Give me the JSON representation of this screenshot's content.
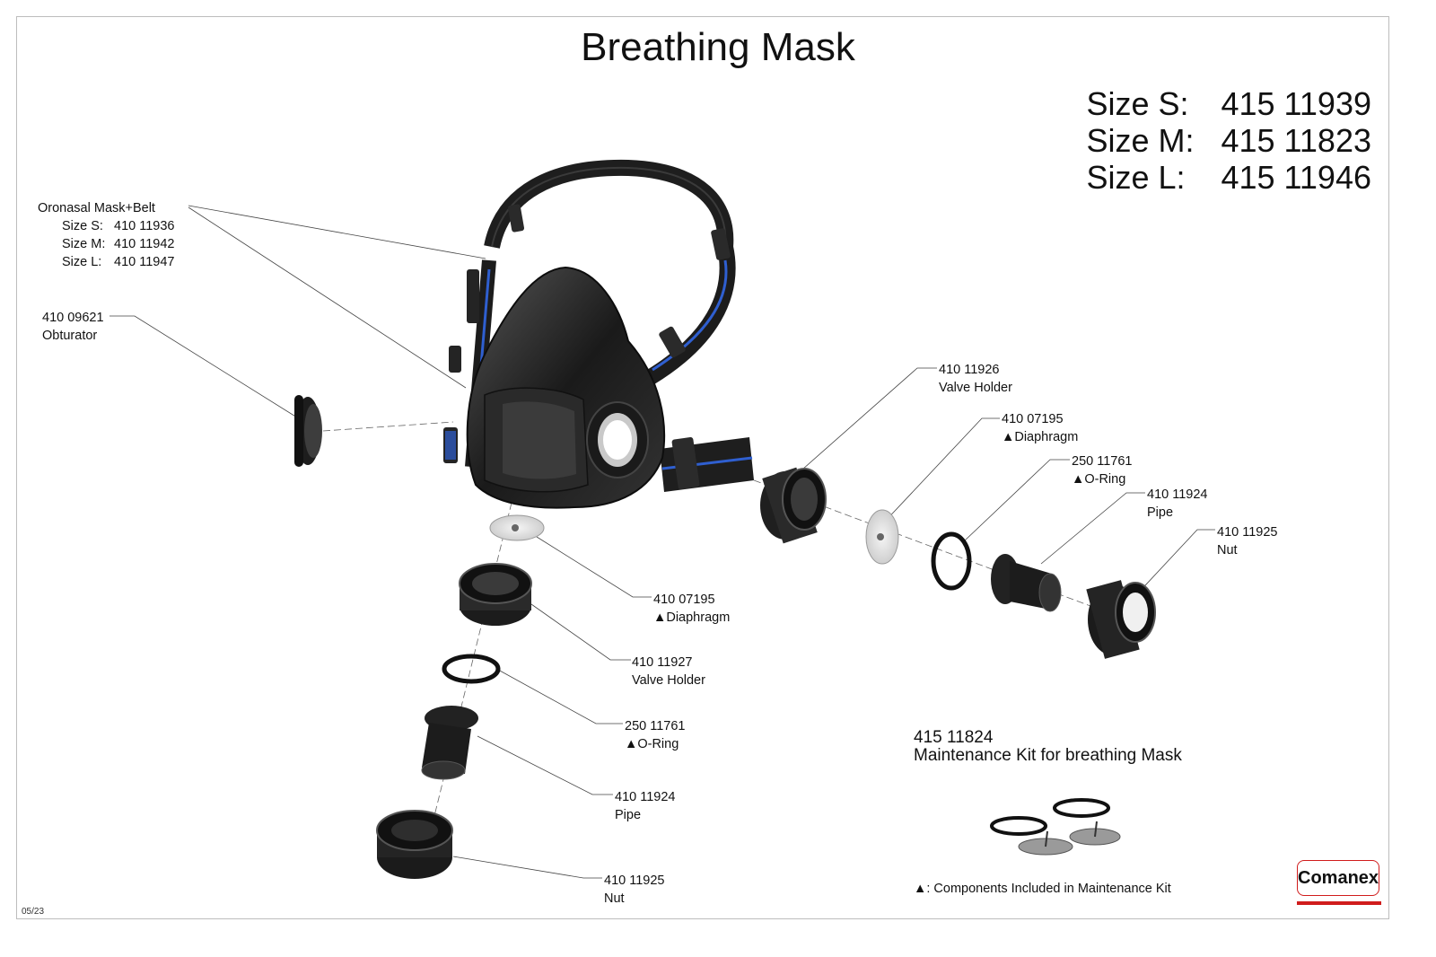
{
  "title": "Breathing Mask",
  "sizes": [
    {
      "label": "Size S:",
      "number": "415 11939"
    },
    {
      "label": "Size M:",
      "number": "415 11823"
    },
    {
      "label": "Size L:",
      "number": "415 11946"
    }
  ],
  "oronasal": {
    "name": "Oronasal Mask+Belt",
    "sizes": [
      {
        "label": "Size S:",
        "number": "410 11936"
      },
      {
        "label": "Size M:",
        "number": "410 11942"
      },
      {
        "label": "Size L:",
        "number": "410 11947"
      }
    ]
  },
  "callouts": {
    "obturator": {
      "number": "410 09621",
      "name": "Obturator"
    },
    "right_valve_holder": {
      "number": "410 11926",
      "name": "Valve Holder"
    },
    "right_diaphragm": {
      "number": "410 07195",
      "name": "▲Diaphragm"
    },
    "right_oring": {
      "number": "250 11761",
      "name": "▲O-Ring"
    },
    "right_pipe": {
      "number": "410 11924",
      "name": "Pipe"
    },
    "right_nut": {
      "number": "410 11925",
      "name": "Nut"
    },
    "bottom_diaphragm": {
      "number": "410 07195",
      "name": "▲Diaphragm"
    },
    "bottom_valve_holder": {
      "number": "410 11927",
      "name": "Valve Holder"
    },
    "bottom_oring": {
      "number": "250 11761",
      "name": "▲O-Ring"
    },
    "bottom_pipe": {
      "number": "410 11924",
      "name": "Pipe"
    },
    "bottom_nut": {
      "number": "410 11925",
      "name": "Nut"
    }
  },
  "kit": {
    "number": "415 11824",
    "name": "Maintenance Kit for breathing Mask",
    "note": "▲: Components Included in Maintenance Kit"
  },
  "logo_text": "Comanex",
  "date_code": "05/23",
  "colors": {
    "mask": "#1c1c1c",
    "strap_accent": "#2f5fd0",
    "brand": "#d01c1c"
  }
}
